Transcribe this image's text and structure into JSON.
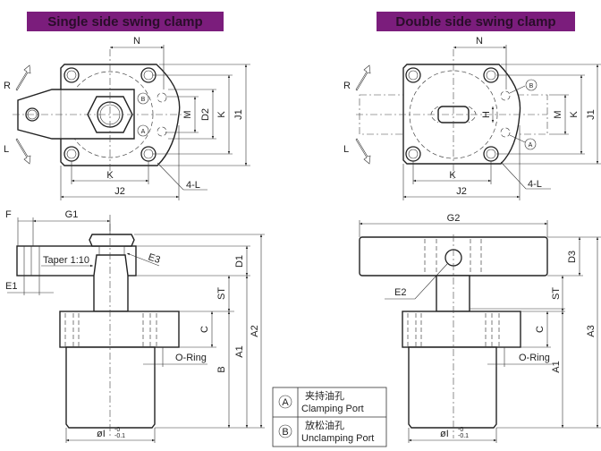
{
  "left": {
    "title": "Single side swing clamp",
    "top": {
      "N": "N",
      "M": "M",
      "D2": "D2",
      "K_v": "K",
      "J1": "J1",
      "K_h": "K",
      "J2": "J2",
      "L4": "4-L",
      "R": "R",
      "L": "L",
      "portA": "A",
      "portB": "B"
    },
    "side": {
      "F": "F",
      "G1": "G1",
      "E1": "E1",
      "E3": "E3",
      "taper": "Taper 1:10",
      "D1": "D1",
      "ST": "ST",
      "C": "C",
      "B": "B",
      "A1": "A1",
      "A2": "A2",
      "oring": "O-Ring",
      "dia": "øI",
      "tol_up": "-0",
      "tol_low": "-0.1"
    }
  },
  "right": {
    "title": "Double side swing clamp",
    "top": {
      "N": "N",
      "H": "H",
      "M": "M",
      "K_v": "K",
      "J1": "J1",
      "K_h": "K",
      "J2": "J2",
      "L4": "4-L",
      "R": "R",
      "L": "L",
      "portA": "A",
      "portB": "B"
    },
    "side": {
      "G2": "G2",
      "E2": "E2",
      "D3": "D3",
      "ST": "ST",
      "C": "C",
      "A1": "A1",
      "A3": "A3",
      "oring": "O-Ring",
      "dia": "øI",
      "tol_up": "-0",
      "tol_low": "-0.1"
    }
  },
  "legend": [
    {
      "symbol": "A",
      "cn": "夹持油孔",
      "en": "Clamping Port"
    },
    {
      "symbol": "B",
      "cn": "放松油孔",
      "en": "Unclamping Port"
    }
  ],
  "colors": {
    "banner": "#7b1d7c",
    "line": "#222222"
  }
}
